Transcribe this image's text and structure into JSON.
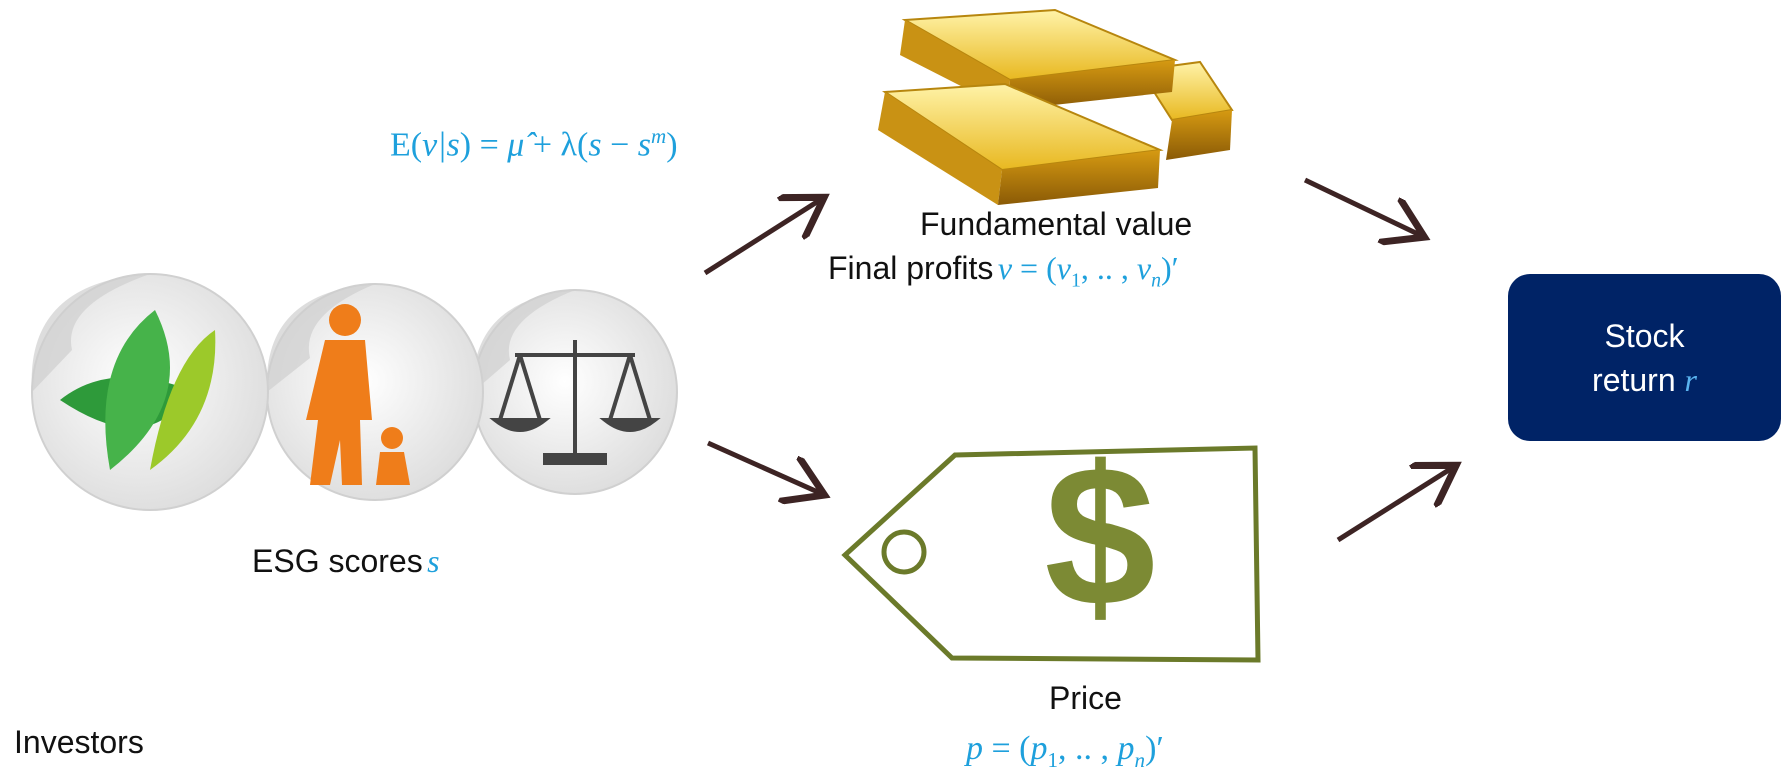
{
  "formula": {
    "lhs": "E",
    "arg": "v|s",
    "rhs_prefix": " = ",
    "mu_hat": "μ̂",
    "rhs_mid": " + λ(",
    "s": "s",
    "minus": " − ",
    "sm_base": "s",
    "sm_sup": "m",
    "close": ")"
  },
  "fundamental": {
    "label": "Fundamental value",
    "profits_label": "Final profits",
    "v_symbol": "v",
    "eq": " = (",
    "v1": "v",
    "v1_sub": "1",
    "dots": ", .. , ",
    "vn": "v",
    "vn_sub": "n",
    "close": ")′"
  },
  "esg": {
    "label": "ESG scores",
    "symbol": "s"
  },
  "price": {
    "label": "Price",
    "p_symbol": "p",
    "eq": " = (",
    "p1": "p",
    "p1_sub": "1",
    "dots": ", .. , ",
    "pn": "p",
    "pn_sub": "n",
    "close": ")′"
  },
  "stock": {
    "line1": "Stock",
    "line2": "return",
    "symbol": "r"
  },
  "investors": {
    "label": "Investors"
  },
  "colors": {
    "accent": "#1ea0dc",
    "box": "#002366",
    "arrow": "#3d2424",
    "gold": "#e6b422",
    "tag": "#6b7a2a"
  }
}
